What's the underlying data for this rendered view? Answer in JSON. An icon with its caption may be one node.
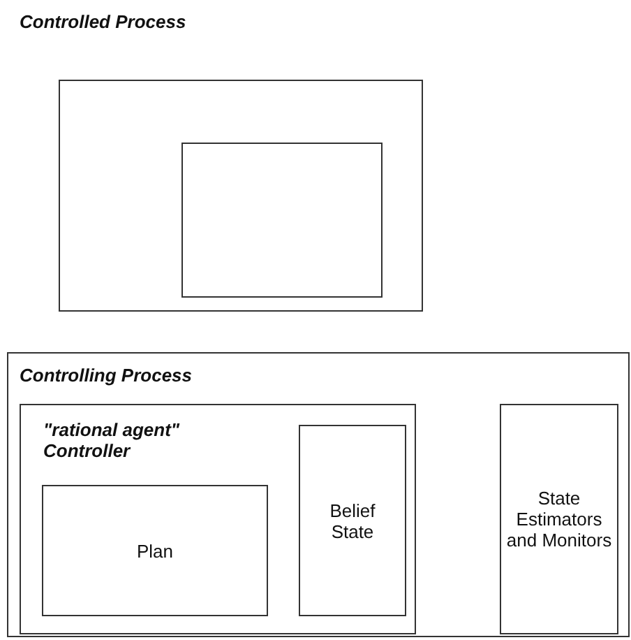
{
  "diagram": {
    "nodes": [
      {
        "text": [
          "Controlled Process"
        ]
      },
      {
        "text": [],
        "shape": "box",
        "in": 0
      },
      {
        "text": [
          "Controlling Process"
        ]
      },
      {
        "text": [
          "\"rational agent\" Controller"
        ],
        "in": 2
      },
      {
        "text": [
          "Plan"
        ],
        "in": 3
      },
      {
        "text": [
          "Belief State"
        ],
        "in": 3
      },
      {
        "text": [
          "State Estimators and Monitors"
        ],
        "in": 2
      }
    ]
  }
}
